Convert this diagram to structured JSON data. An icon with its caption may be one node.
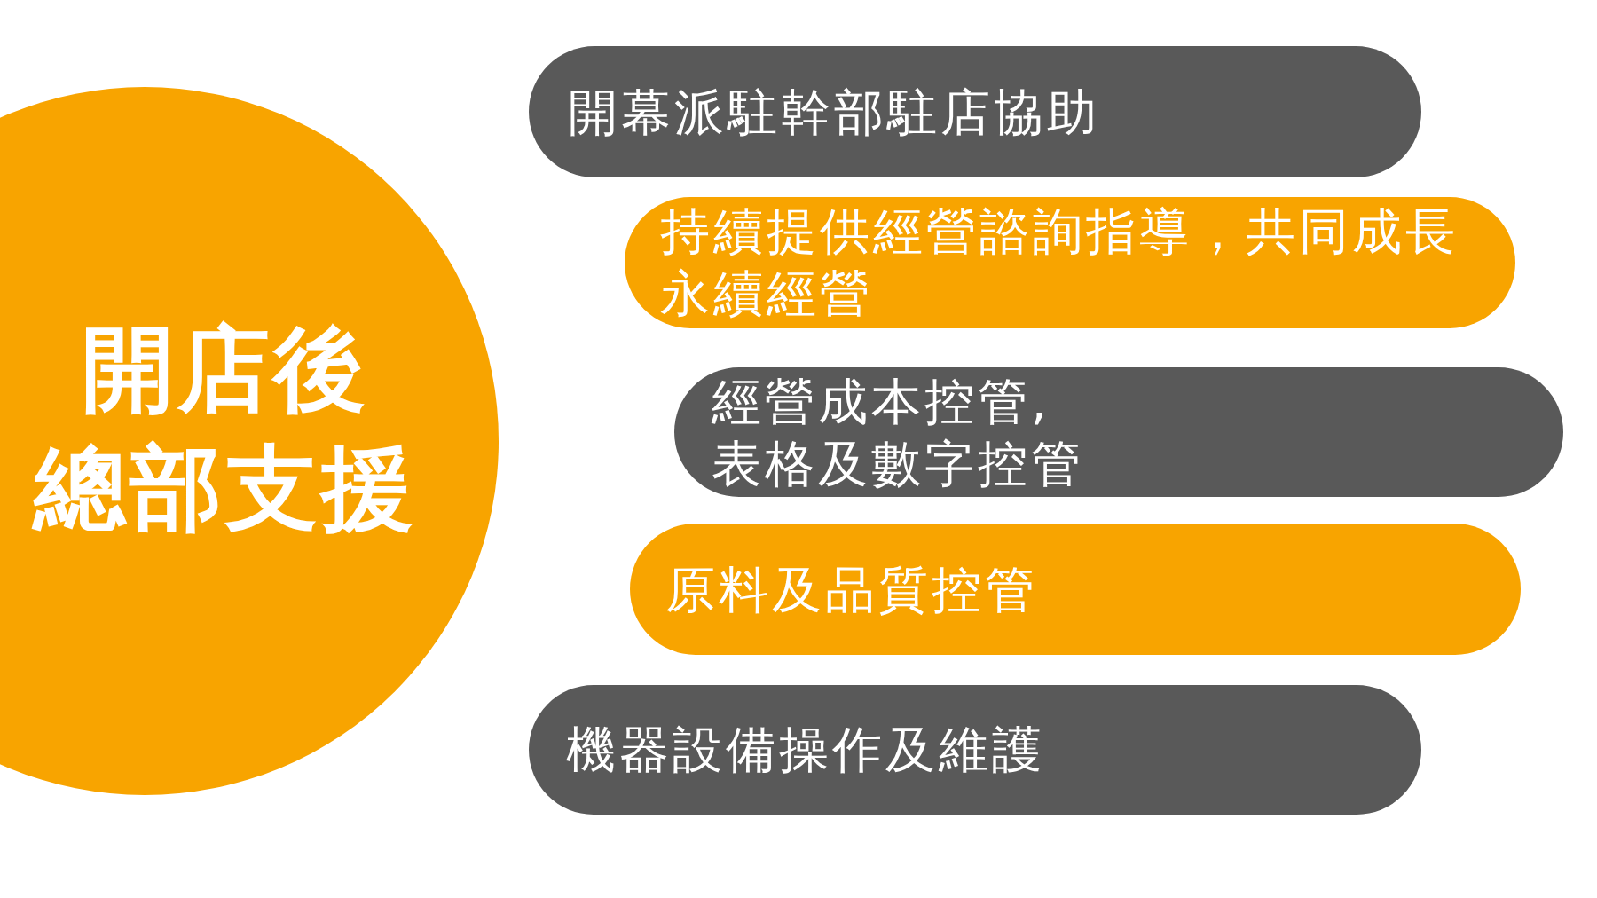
{
  "diagram": {
    "nodes": [
      {
        "text": [
          "開店後總部支援"
        ]
      },
      {
        "text": [
          "開幕派駐幹部駐店協助"
        ]
      },
      {
        "text": [
          "持續提供經營諮詢指導，共同成長永續經營"
        ]
      },
      {
        "text": [
          "經營成本控管,表格及數字控管"
        ]
      },
      {
        "text": [
          "原料及品質控管"
        ]
      },
      {
        "text": [
          "機器設備操作及維護"
        ]
      }
    ]
  }
}
